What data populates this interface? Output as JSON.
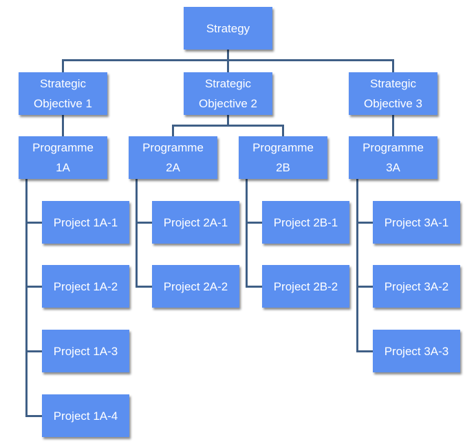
{
  "colors": {
    "box_fill": "#5b8ff0",
    "connector": "#3f5f86",
    "text": "#ffffff"
  },
  "nodes": [
    {
      "id": "strategy",
      "label": "Strategy"
    },
    {
      "id": "objective-1",
      "label": "Strategic\nObjective 1"
    },
    {
      "id": "objective-2",
      "label": "Strategic\nObjective 2"
    },
    {
      "id": "objective-3",
      "label": "Strategic\nObjective 3"
    },
    {
      "id": "programme-1a",
      "label": "Programme\n1A"
    },
    {
      "id": "programme-2a",
      "label": "Programme\n2A"
    },
    {
      "id": "programme-2b",
      "label": "Programme\n2B"
    },
    {
      "id": "programme-3a",
      "label": "Programme\n3A"
    },
    {
      "id": "project-1a-1",
      "label": "Project 1A-1"
    },
    {
      "id": "project-1a-2",
      "label": "Project 1A-2"
    },
    {
      "id": "project-1a-3",
      "label": "Project 1A-3"
    },
    {
      "id": "project-1a-4",
      "label": "Project 1A-4"
    },
    {
      "id": "project-2a-1",
      "label": "Project 2A-1"
    },
    {
      "id": "project-2a-2",
      "label": "Project 2A-2"
    },
    {
      "id": "project-2b-1",
      "label": "Project 2B-1"
    },
    {
      "id": "project-2b-2",
      "label": "Project 2B-2"
    },
    {
      "id": "project-3a-1",
      "label": "Project 3A-1"
    },
    {
      "id": "project-3a-2",
      "label": "Project 3A-2"
    },
    {
      "id": "project-3a-3",
      "label": "Project 3A-3"
    }
  ],
  "edges": [
    [
      "strategy",
      "objective-1"
    ],
    [
      "strategy",
      "objective-2"
    ],
    [
      "strategy",
      "objective-3"
    ],
    [
      "objective-1",
      "programme-1a"
    ],
    [
      "objective-2",
      "programme-2a"
    ],
    [
      "objective-2",
      "programme-2b"
    ],
    [
      "objective-3",
      "programme-3a"
    ],
    [
      "programme-1a",
      "project-1a-1"
    ],
    [
      "programme-1a",
      "project-1a-2"
    ],
    [
      "programme-1a",
      "project-1a-3"
    ],
    [
      "programme-1a",
      "project-1a-4"
    ],
    [
      "programme-2a",
      "project-2a-1"
    ],
    [
      "programme-2a",
      "project-2a-2"
    ],
    [
      "programme-2b",
      "project-2b-1"
    ],
    [
      "programme-2b",
      "project-2b-2"
    ],
    [
      "programme-3a",
      "project-3a-1"
    ],
    [
      "programme-3a",
      "project-3a-2"
    ],
    [
      "programme-3a",
      "project-3a-3"
    ]
  ]
}
